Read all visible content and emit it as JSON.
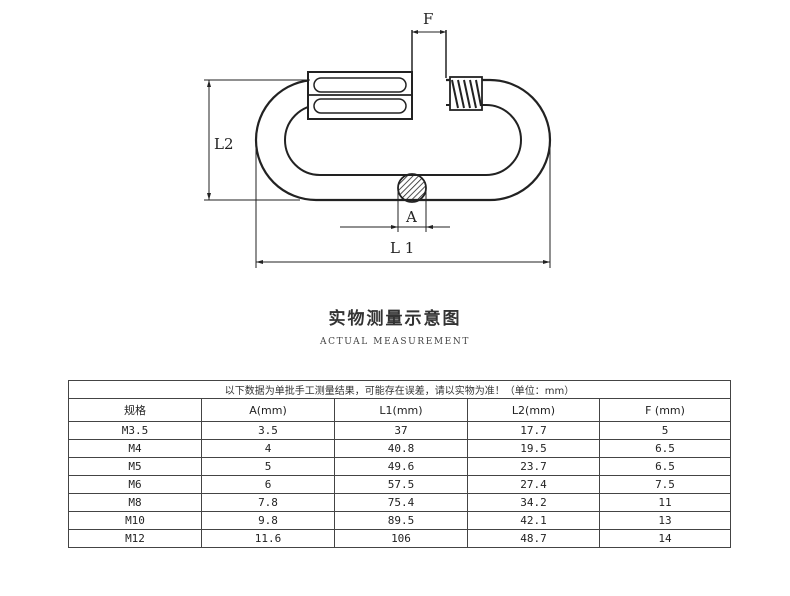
{
  "diagram": {
    "labels": {
      "F": "F",
      "L2": "L2",
      "A": "A",
      "L1": "L 1"
    }
  },
  "title": {
    "cn": "实物测量示意图",
    "en": "ACTUAL MEASUREMENT"
  },
  "table": {
    "note": "以下数据为单批手工测量结果，可能存在误差，请以实物为准！（单位：mm）",
    "headers": [
      "规格",
      "A(mm)",
      "L1(mm)",
      "L2(mm)",
      "F (mm)"
    ],
    "rows": [
      [
        "M3.5",
        "3.5",
        "37",
        "17.7",
        "5"
      ],
      [
        "M4",
        "4",
        "40.8",
        "19.5",
        "6.5"
      ],
      [
        "M5",
        "5",
        "49.6",
        "23.7",
        "6.5"
      ],
      [
        "M6",
        "6",
        "57.5",
        "27.4",
        "7.5"
      ],
      [
        "M8",
        "7.8",
        "75.4",
        "34.2",
        "11"
      ],
      [
        "M10",
        "9.8",
        "89.5",
        "42.1",
        "13"
      ],
      [
        "M12",
        "11.6",
        "106",
        "48.7",
        "14"
      ]
    ]
  }
}
